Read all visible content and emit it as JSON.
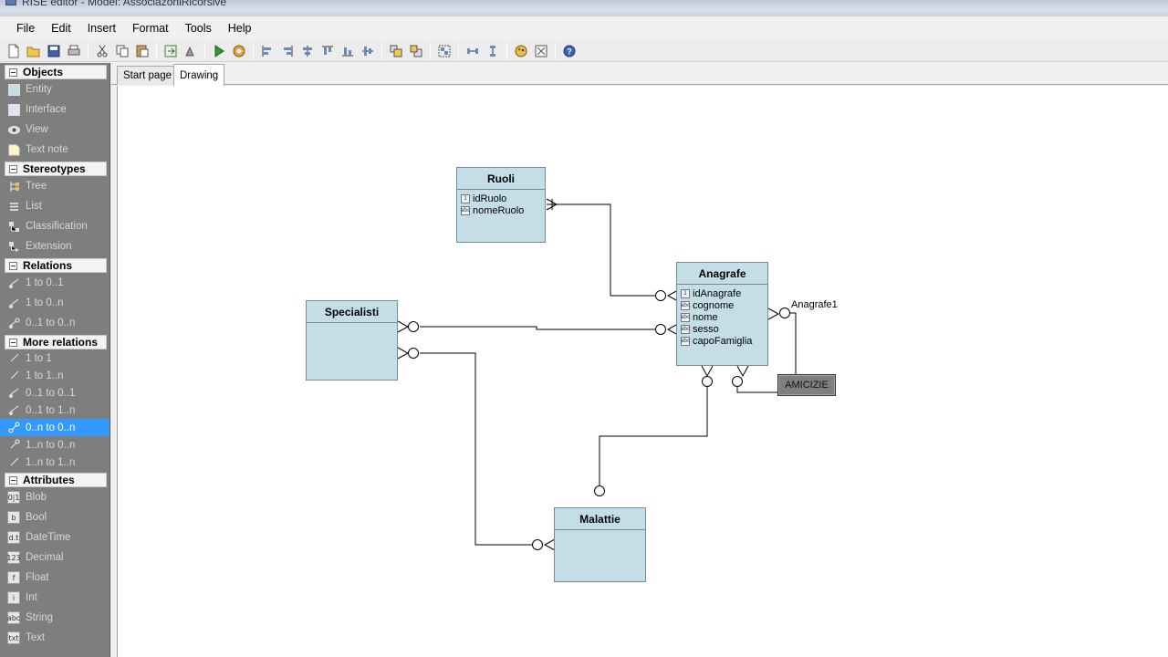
{
  "window": {
    "title": "RISE editor - Model: AssociazoniRicorsive"
  },
  "menu": [
    "File",
    "Edit",
    "Insert",
    "Format",
    "Tools",
    "Help"
  ],
  "palette": {
    "groups": [
      {
        "title": "Objects",
        "items": [
          "Entity",
          "Interface",
          "View",
          "Text note"
        ]
      },
      {
        "title": "Stereotypes",
        "items": [
          "Tree",
          "List",
          "Classification",
          "Extension"
        ]
      },
      {
        "title": "Relations",
        "items": [
          "1 to 0..1",
          "1 to 0..n",
          "0..1 to 0..n"
        ]
      },
      {
        "title": "More relations",
        "items": [
          "1 to 1",
          "1 to 1..n",
          "0..1 to 0..1",
          "0..1 to 1..n",
          "0..n to 0..n",
          "1..n to 0..n",
          "1..n to 1..n"
        ],
        "selected": "0..n to 0..n"
      },
      {
        "title": "Attributes",
        "items": [
          "Blob",
          "Bool",
          "DateTime",
          "Decimal",
          "Float",
          "Int",
          "String",
          "Text"
        ]
      }
    ],
    "attribute_icons": [
      "0|1",
      "b",
      "d.t",
      "123",
      "f",
      "i",
      "abc",
      "txt"
    ]
  },
  "tabs": [
    {
      "label": "Start page",
      "active": false
    },
    {
      "label": "Drawing",
      "active": true
    }
  ],
  "diagram": {
    "entities": {
      "ruoli": {
        "name": "Ruoli",
        "attributes": [
          {
            "name": "idRuolo",
            "type": "id"
          },
          {
            "name": "nomeRuolo",
            "type": "abc"
          }
        ]
      },
      "anagrafe": {
        "name": "Anagrafe",
        "attributes": [
          {
            "name": "idAnagrafe",
            "type": "id"
          },
          {
            "name": "cognome",
            "type": "abc"
          },
          {
            "name": "nome",
            "type": "abc"
          },
          {
            "name": "sesso",
            "type": "abc"
          },
          {
            "name": "capoFamiglia",
            "type": "abc"
          }
        ]
      },
      "specialisti": {
        "name": "Specialisti",
        "attributes": []
      },
      "malattie": {
        "name": "Malattie",
        "attributes": []
      }
    },
    "relation_box": "AMICIZIE",
    "role_label": "Anagrafe1"
  },
  "colors": {
    "entity_fill": "#c3dee6",
    "selection": "#3399ff",
    "palette_bg": "#7e7e7e"
  }
}
